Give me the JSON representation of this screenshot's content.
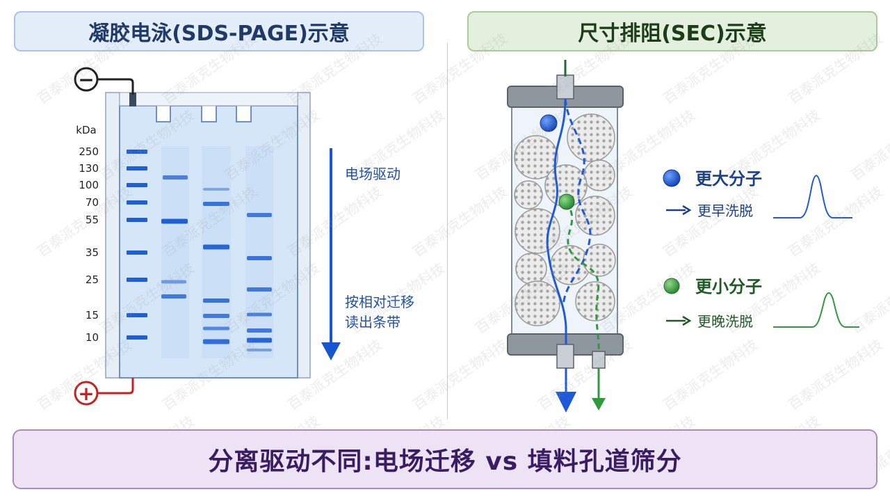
{
  "gel": {
    "title": "凝胶电泳(SDS-PAGE)示意",
    "unit_label": "kDa",
    "negative_symbol": "−",
    "positive_symbol": "+",
    "marker_kda": [
      "250",
      "130",
      "100",
      "70",
      "55",
      "35",
      "25",
      "15",
      "10"
    ],
    "arrow_label": "电场驱动",
    "readout_line1": "按相对迁移",
    "readout_line2": "读出条带",
    "colors": {
      "band": "#1f5fd6",
      "arrow": "#1457d1",
      "negative": "#222222",
      "positive": "#c62020"
    }
  },
  "sec": {
    "title": "尺寸排阻(SEC)示意",
    "large_label": "更大分子",
    "large_eluate": "更早洗脱",
    "small_label": "更小分子",
    "small_eluate": "更晚洗脱",
    "colors": {
      "large": "#1e5ad8",
      "small": "#2e9a3c"
    }
  },
  "banner": {
    "text": "分离驱动不同:电场迁移 vs 填料孔道筛分"
  },
  "watermark": "百泰派克生物科技"
}
